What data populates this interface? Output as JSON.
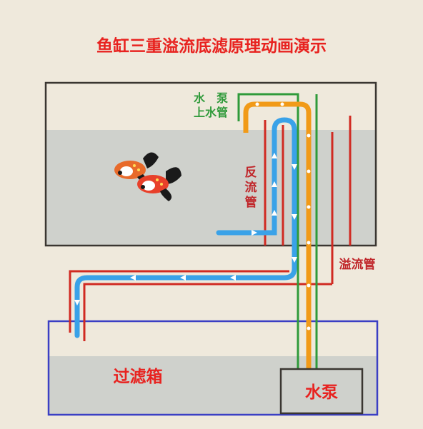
{
  "title": "鱼缸三重溢流底滤原理动画演示",
  "labels": {
    "pump_pipe_top": "水　泵",
    "pump_pipe_bottom": "上水管",
    "return_pipe": [
      "反",
      "流",
      "管"
    ],
    "overflow_pipe": "溢流管",
    "filter_box": "过滤箱",
    "pump": "水泵"
  },
  "colors": {
    "background": "#efe9dc",
    "title": "#e8221f",
    "tank_frame": "#3a3631",
    "water": "#cfd1cc",
    "filter_frame": "#3b3fc4",
    "water_flow": "#3aa2e8",
    "overflow_pipe": "#d02a22",
    "inlet_pipe_green": "#2f9a3a",
    "inlet_pipe_orange": "#f19a18",
    "label_green": "#2f9a3a",
    "label_red": "#c0262a",
    "filter_label": "#e8221f"
  }
}
